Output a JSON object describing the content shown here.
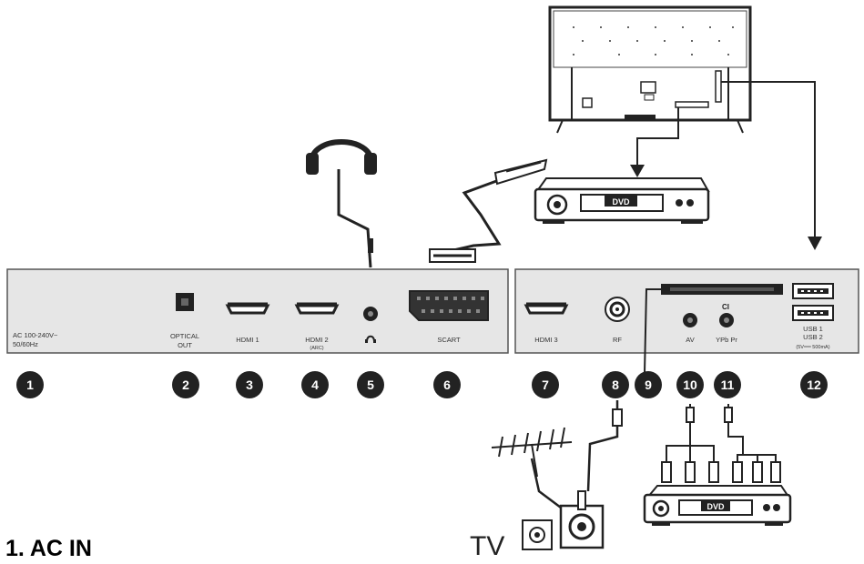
{
  "heading": "1. AC IN",
  "ports": {
    "ac": [
      "AC 100-240V~",
      "50/60Hz"
    ],
    "optical": [
      "OPTICAL",
      "OUT"
    ],
    "hdmi1": "HDMI 1",
    "hdmi2": "HDMI 2",
    "hdmi2_sub": "(ARC)",
    "scart": "SCART",
    "hdmi3": "HDMI 3",
    "rf": "RF",
    "av": "AV",
    "ypbpr": "YPb Pr",
    "ci": "CI",
    "usb": [
      "USB 1",
      "USB 2",
      "(5V══ 500mA)"
    ]
  },
  "numbers": [
    "1",
    "2",
    "3",
    "4",
    "5",
    "6",
    "7",
    "8",
    "9",
    "10",
    "11",
    "12"
  ],
  "devices": {
    "dvd_label": "DVD",
    "tv_label": "TV"
  },
  "colors": {
    "panel": "#e6e6e6",
    "badge": "#222222",
    "line": "#222222"
  }
}
